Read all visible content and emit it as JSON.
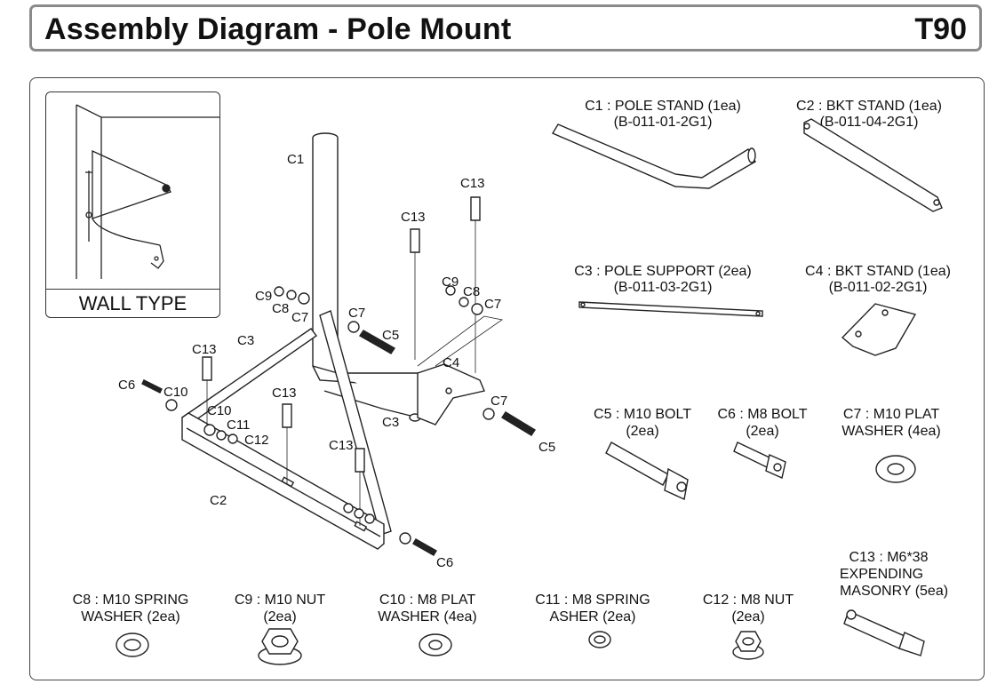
{
  "header": {
    "title": "Assembly Diagram - Pole Mount",
    "model": "T90"
  },
  "inset": {
    "caption": "WALL TYPE"
  },
  "callouts": {
    "c1": "C1",
    "c2": "C2",
    "c3a": "C3",
    "c3b": "C3",
    "c4": "C4",
    "c5a": "C5",
    "c5b": "C5",
    "c6a": "C6",
    "c6b": "C6",
    "c7a": "C7",
    "c7b": "C7",
    "c7c": "C7",
    "c7d": "C7",
    "c8a": "C8",
    "c8b": "C8",
    "c9a": "C9",
    "c9b": "C9",
    "c10a": "C10",
    "c10b": "C10",
    "c11": "C11",
    "c12": "C12",
    "c13a": "C13",
    "c13b": "C13",
    "c13c": "C13",
    "c13d": "C13",
    "c13e": "C13"
  },
  "parts": {
    "c1": [
      "C1 : POLE STAND (1ea)",
      "(B-011-01-2G1)"
    ],
    "c2": [
      "C2 : BKT STAND (1ea)",
      "(B-011-04-2G1)"
    ],
    "c3": [
      "C3 : POLE SUPPORT (2ea)",
      "(B-011-03-2G1)"
    ],
    "c4": [
      "C4 : BKT STAND (1ea)",
      "(B-011-02-2G1)"
    ],
    "c5": [
      "C5 : M10 BOLT",
      "(2ea)"
    ],
    "c6": [
      "C6 : M8 BOLT",
      "(2ea)"
    ],
    "c7": [
      "C7 : M10 PLAT",
      "WASHER (4ea)"
    ],
    "c8": [
      "C8 : M10 SPRING",
      "WASHER (2ea)"
    ],
    "c9": [
      "C9 : M10 NUT",
      "(2ea)"
    ],
    "c10": [
      "C10 : M8 PLAT",
      "WASHER (4ea)"
    ],
    "c11": [
      "C11 : M8 SPRING",
      "ASHER (2ea)"
    ],
    "c12": [
      "C12 : M8 NUT",
      "(2ea)"
    ],
    "c13": [
      "C13 : M6*38",
      "EXPENDING",
      "MASONRY (5ea)"
    ]
  },
  "colors": {
    "border": "#8a8a8a",
    "line": "#222222",
    "fill": "#ffffff"
  }
}
